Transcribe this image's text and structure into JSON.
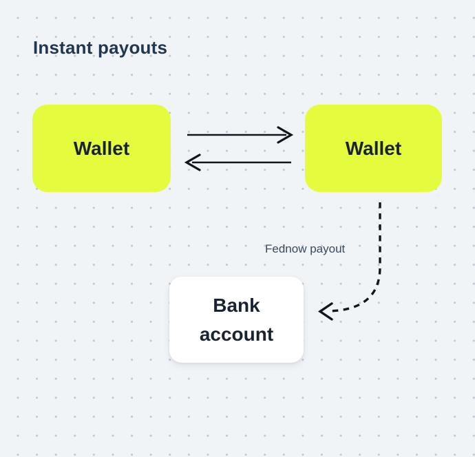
{
  "title": "Instant payouts",
  "nodes": {
    "wallet_left": {
      "label": "Wallet"
    },
    "wallet_right": {
      "label": "Wallet"
    },
    "bank_account": {
      "label_line1": "Bank",
      "label_line2": "account"
    }
  },
  "edges": {
    "wallet_to_wallet": "bidirectional solid arrows",
    "fednow": {
      "label": "Fednow payout",
      "style": "dashed curved arrow from right wallet to bank account"
    }
  },
  "colors": {
    "background": "#F1F4F7",
    "dot": "#BFC7D1",
    "node_yellow": "#E4FB3E",
    "node_white": "#FFFFFF",
    "text_dark": "#1A2430",
    "title_color": "#22374F",
    "label_color": "#3A4A5C",
    "arrow_color": "#10161E"
  }
}
